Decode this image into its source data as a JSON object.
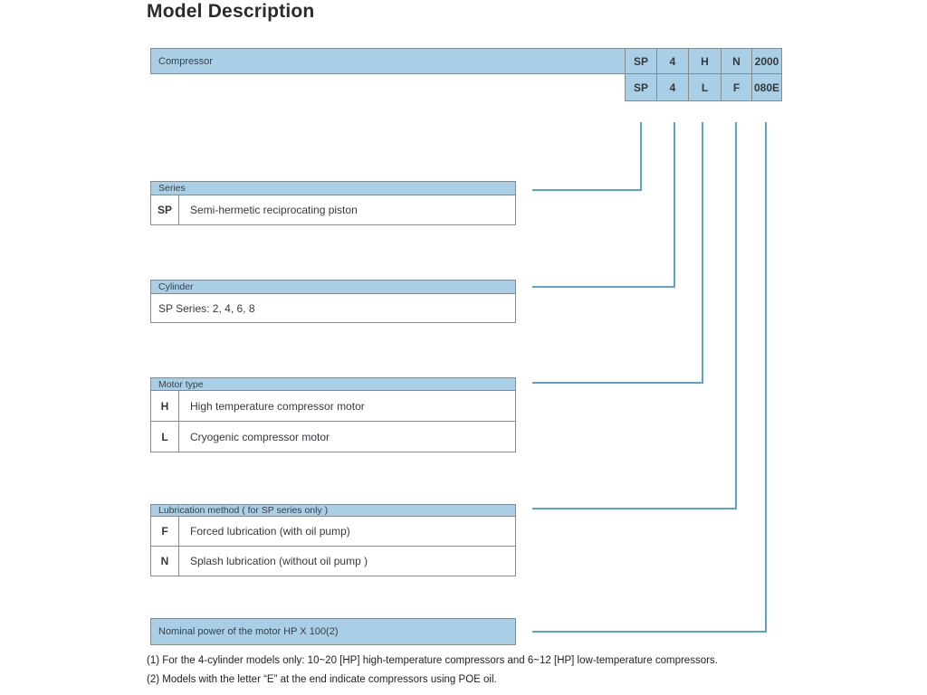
{
  "title": "Model Description",
  "colors": {
    "cell_fill": "#a9cfe6",
    "connector_line": "#58a4cd",
    "table_border": "#8a8a8a",
    "text": "#333333"
  },
  "model_code": {
    "label": "Compressor",
    "row1": [
      "SP",
      "4",
      "H",
      "N",
      "2000"
    ],
    "row2": [
      "SP",
      "4",
      "L",
      "F",
      "080E"
    ]
  },
  "sections": {
    "series": {
      "header": "Series",
      "rows": [
        {
          "code": "SP",
          "desc": "Semi-hermetic reciprocating piston"
        }
      ]
    },
    "cylinder": {
      "header": "Cylinder",
      "rows": [
        {
          "desc": "SP Series: 2, 4, 6, 8"
        }
      ]
    },
    "motor": {
      "header": "Motor type",
      "rows": [
        {
          "code": "H",
          "desc": "High temperature compressor motor"
        },
        {
          "code": "L",
          "desc": "Cryogenic compressor motor"
        }
      ]
    },
    "lubrication": {
      "header": "Lubrication method ( for SP series only )",
      "rows": [
        {
          "code": "F",
          "desc": "Forced lubrication (with oil pump)"
        },
        {
          "code": "N",
          "desc": "Splash lubrication (without oil pump )"
        }
      ]
    },
    "nominal": {
      "header": "Nominal power of the motor HP X 100(2)"
    }
  },
  "footnotes": [
    "(1) For the 4-cylinder models only: 10~20 [HP] high-temperature compressors and 6~12 [HP] low-temperature compressors.",
    "(2) Models with the letter  “E”  at the end indicate compressors using POE oil."
  ]
}
